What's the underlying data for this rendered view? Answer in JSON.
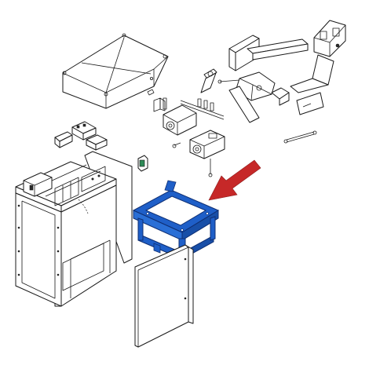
{
  "diagram": {
    "style": "exploded-view line drawing",
    "highlight_color": "#1f5fc8",
    "highlight_stroke": "#0f2f73",
    "arrow_color": "#c62828",
    "parts": {
      "cover": "top-cover",
      "gearmotor_arm": "articulated-arm-assembly",
      "control_board": "control-board",
      "gearmotor": "gearmotor-unit",
      "cabinet": "cabinet-housing",
      "highlighted_frame": "base-frame",
      "door": "front-door-panel",
      "arrow": "pointer-arrow"
    }
  }
}
